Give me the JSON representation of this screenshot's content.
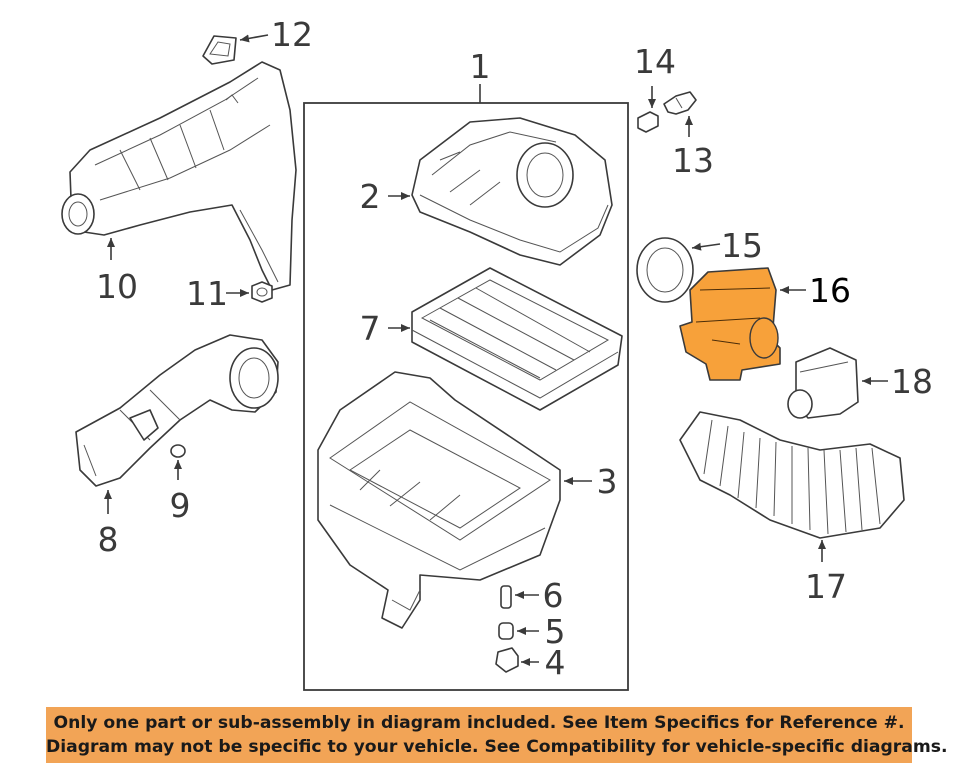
{
  "callouts": {
    "c1": "1",
    "c2": "2",
    "c3": "3",
    "c4": "4",
    "c5": "5",
    "c6": "6",
    "c7": "7",
    "c8": "8",
    "c9": "9",
    "c10": "10",
    "c11": "11",
    "c12": "12",
    "c13": "13",
    "c14": "14",
    "c15": "15",
    "c16": "16",
    "c17": "17",
    "c18": "18"
  },
  "highlighted_part": "16",
  "colors": {
    "highlight": "#f7a13a",
    "banner": "#f2a456",
    "line": "#3a3a3a"
  },
  "disclaimer": {
    "line1": "Only one part or sub-assembly in diagram included. See Item Specifics for Reference #.",
    "line2": "Diagram may not be specific to your vehicle. See Compatibility for vehicle-specific diagrams."
  }
}
